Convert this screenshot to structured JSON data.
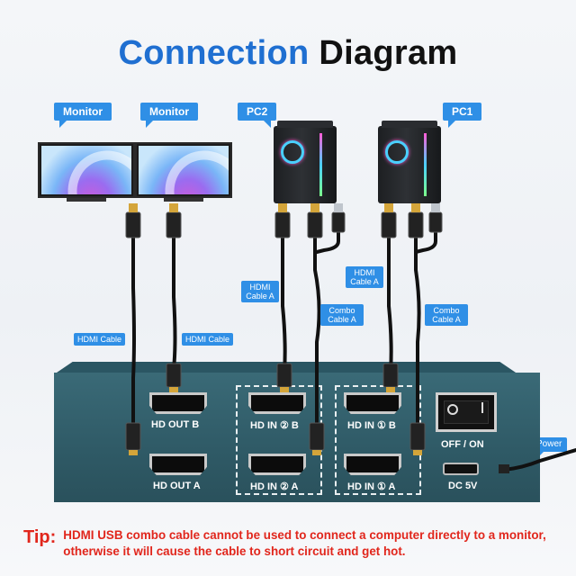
{
  "title": {
    "part1": "Connection",
    "part2": "Diagram"
  },
  "tags": {
    "monitor1": "Monitor",
    "monitor2": "Monitor",
    "pc2": "PC2",
    "pc1": "PC1",
    "power": "Power"
  },
  "cable_labels": {
    "hdmi_cable_1": "HDMI Cable",
    "hdmi_cable_2": "HDMI Cable",
    "hdmi_cable_a_pc2": "HDMI Cable A",
    "combo_cable_a_pc2": "Combo Cable A",
    "hdmi_cable_a_pc1": "HDMI Cable A",
    "combo_cable_a_pc1": "Combo Cable A"
  },
  "ports": {
    "hd_out_b": "HD OUT B",
    "hd_out_a": "HD OUT A",
    "hd_in_2_b": "HD IN ② B",
    "hd_in_2_a": "HD IN ② A",
    "hd_in_1_b": "HD IN ① B",
    "hd_in_1_a": "HD IN ① A",
    "switch": "OFF / ON",
    "dc": "DC 5V"
  },
  "tip": {
    "label": "Tip:",
    "text": "HDMI USB combo cable cannot be used to connect a computer directly to a monitor, otherwise it will cause the cable to short circuit and get hot."
  },
  "colors": {
    "accent": "#2f8fe6",
    "title_blue": "#1f6fd1",
    "tip_red": "#e1261c",
    "device": "#2f5a66"
  },
  "icons": [
    "monitor-icon",
    "pc-tower-icon",
    "hdmi-plug-icon",
    "usb-plug-icon",
    "power-switch-icon"
  ]
}
